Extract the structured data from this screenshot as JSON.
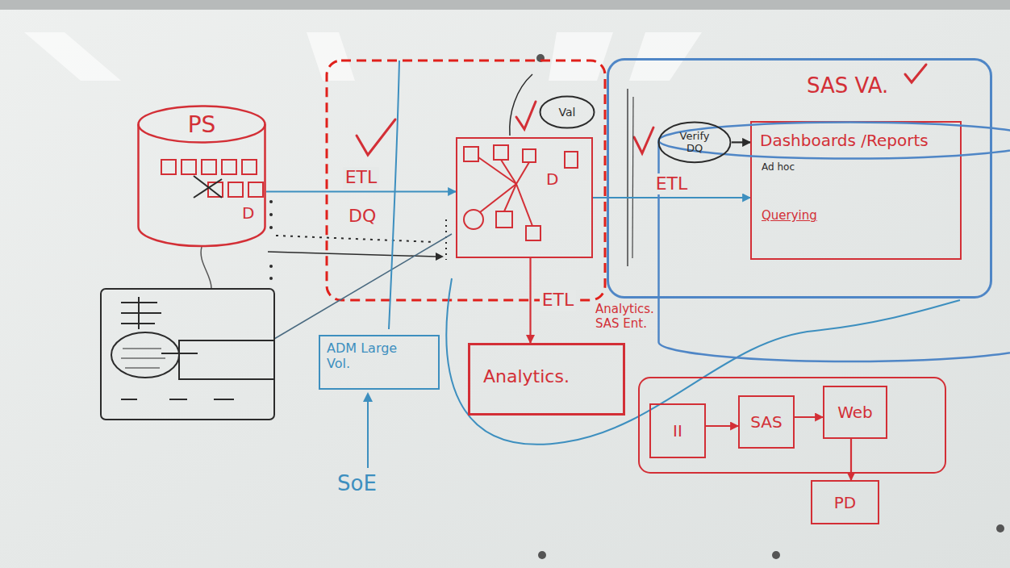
{
  "diagram": {
    "nodes": [
      {
        "text": [
          "PS"
        ]
      },
      {
        "text": [
          "D"
        ]
      },
      {
        "text": [
          "Val"
        ]
      },
      {
        "text": [
          "SAS VA."
        ]
      },
      {
        "text": [
          "Dashboards /Reports"
        ],
        "in": 3
      },
      {
        "text": [
          "Verify DQ"
        ],
        "in": 3
      },
      {
        "text": [
          "ADM Large Vol."
        ]
      },
      {
        "text": [
          "Analytics."
        ]
      },
      {
        "text": [
          "II"
        ]
      },
      {
        "text": [
          "SAS"
        ]
      },
      {
        "text": [
          "Web"
        ]
      },
      {
        "text": [
          "PD"
        ]
      }
    ],
    "edges": [
      {
        "from": 0,
        "to": 1,
        "arrow": "to",
        "label": "ETL"
      },
      {
        "from": 1,
        "to": 4,
        "arrow": "to",
        "label": "ETL"
      },
      {
        "from": 5,
        "to": 4,
        "arrow": "to"
      },
      {
        "from": 1,
        "to": 7,
        "arrow": "to",
        "label": "ETL"
      },
      {
        "from": 8,
        "to": 9,
        "arrow": "to"
      },
      {
        "from": 9,
        "to": 10,
        "arrow": "to"
      },
      {
        "from": 10,
        "to": 11,
        "arrow": "to"
      }
    ],
    "labels": [
      "D",
      "DQ",
      "Ad hoc",
      "Querying",
      "Analytics. SAS Ent.",
      "SoE"
    ]
  }
}
